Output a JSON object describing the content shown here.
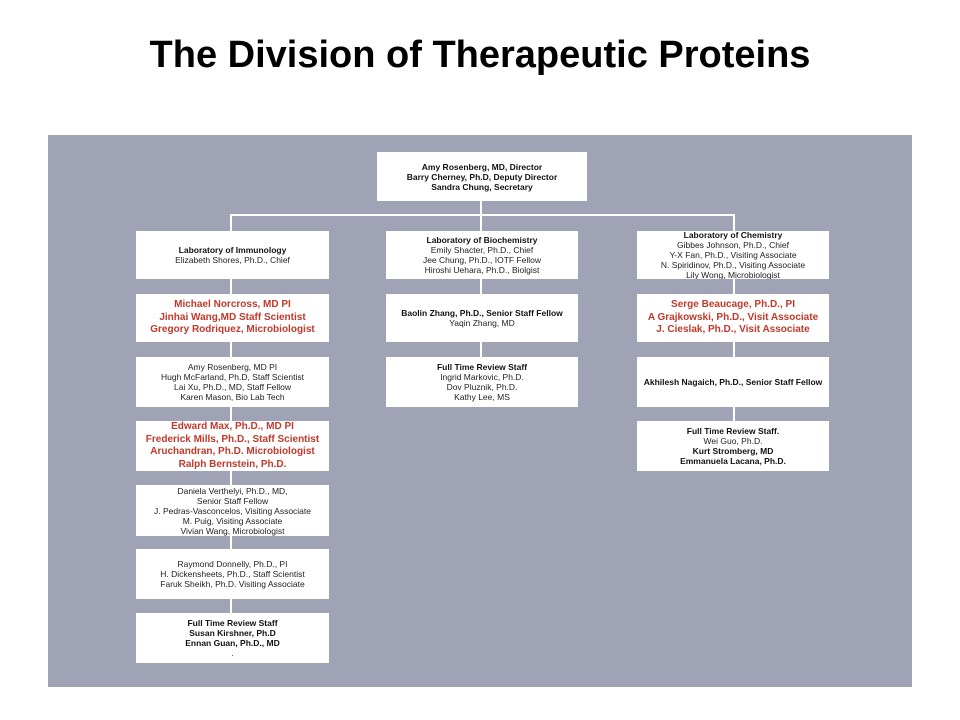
{
  "title": "The Division of Therapeutic Proteins",
  "director": [
    {
      "text": "Amy Rosenberg, MD, Director",
      "style": "b"
    },
    {
      "text": "Barry Cherney, Ph.D, Deputy Director",
      "style": "b"
    },
    {
      "text": "Sandra Chung, Secretary",
      "style": "b"
    }
  ],
  "columns": [
    {
      "boxes": [
        [
          {
            "text": "Laboratory of Immunology",
            "style": "b"
          },
          {
            "text": "Elizabeth Shores, Ph.D., Chief",
            "style": ""
          }
        ],
        [
          {
            "text": "Michael Norcross, MD PI",
            "style": "red"
          },
          {
            "text": "Jinhai Wang,MD Staff Scientist",
            "style": "red"
          },
          {
            "text": "Gregory Rodriquez, Microbiologist",
            "style": "red"
          }
        ],
        [
          {
            "text": "Amy Rosenberg, MD PI",
            "style": ""
          },
          {
            "text": "Hugh McFarland, Ph.D, Staff Scientist",
            "style": ""
          },
          {
            "text": "Lai Xu, Ph.D., MD, Staff Fellow",
            "style": ""
          },
          {
            "text": "Karen Mason, Bio Lab Tech",
            "style": ""
          }
        ],
        [
          {
            "text": "Edward Max, Ph.D., MD PI",
            "style": "red"
          },
          {
            "text": "Frederick Mills, Ph.D., Staff Scientist",
            "style": "red"
          },
          {
            "text": "Aruchandran, Ph.D. Microbiologist",
            "style": "red"
          },
          {
            "text": "Ralph Bernstein, Ph.D.",
            "style": "red"
          }
        ],
        [
          {
            "text": "Daniela Verthelyi, Ph.D., MD,",
            "style": ""
          },
          {
            "text": "Senior Staff Fellow",
            "style": ""
          },
          {
            "text": "J. Pedras-Vasconcelos, Visiting Associate",
            "style": ""
          },
          {
            "text": "M. Puig, Visiting Associate",
            "style": ""
          },
          {
            "text": "Vivian Wang, Microbiologist",
            "style": ""
          }
        ],
        [
          {
            "text": "Raymond Donnelly, Ph.D., PI",
            "style": ""
          },
          {
            "text": "H. Dickensheets, Ph.D., Staff Scientist",
            "style": ""
          },
          {
            "text": "Faruk Sheikh, Ph.D. Visiting Associate",
            "style": ""
          }
        ],
        [
          {
            "text": "Full Time Review Staff",
            "style": "b"
          },
          {
            "text": "Susan Kirshner, Ph.D",
            "style": "b"
          },
          {
            "text": "Ennan Guan, Ph.D., MD",
            "style": "b"
          },
          {
            "text": ".",
            "style": ""
          }
        ]
      ]
    },
    {
      "boxes": [
        [
          {
            "text": "Laboratory of Biochemistry",
            "style": "b"
          },
          {
            "text": "Emily Shacter, Ph.D., Chief",
            "style": ""
          },
          {
            "text": "Jee Chung, Ph.D., IOTF Fellow",
            "style": ""
          },
          {
            "text": "Hiroshi Uehara, Ph.D., Biolgist",
            "style": ""
          }
        ],
        [
          {
            "text": "Baolin Zhang, Ph.D., Senior Staff Fellow",
            "style": "b"
          },
          {
            "text": "Yaqin Zhang, MD",
            "style": ""
          }
        ],
        [
          {
            "text": "Full Time Review Staff",
            "style": "b"
          },
          {
            "text": "Ingrid Markovic, Ph.D.",
            "style": ""
          },
          {
            "text": "Dov Pluznik, Ph.D.",
            "style": ""
          },
          {
            "text": "Kathy Lee, MS",
            "style": ""
          }
        ]
      ]
    },
    {
      "boxes": [
        [
          {
            "text": "Laboratory of Chemistry",
            "style": "b"
          },
          {
            "text": "Gibbes Johnson, Ph.D., Chief",
            "style": ""
          },
          {
            "text": "Y-X Fan, Ph.D., Visiting Associate",
            "style": ""
          },
          {
            "text": "N. Spiridinov, Ph.D., Visiting Associate",
            "style": ""
          },
          {
            "text": "Lily Wong, Microbiologist",
            "style": ""
          }
        ],
        [
          {
            "text": "Serge Beaucage, Ph.D., PI",
            "style": "red"
          },
          {
            "text": "A Grajkowski, Ph.D., Visit Associate",
            "style": "red"
          },
          {
            "text": "J. Cieslak, Ph.D., Visit Associate",
            "style": "red"
          }
        ],
        [
          {
            "text": "Akhilesh Nagaich, Ph.D., Senior Staff Fellow",
            "style": "b"
          }
        ],
        [
          {
            "text": "Full Time Review Staff.",
            "style": "b"
          },
          {
            "text": "Wei Guo, Ph.D.",
            "style": ""
          },
          {
            "text": "Kurt Stromberg, MD",
            "style": "b"
          },
          {
            "text": "Emmanuela Lacana, Ph.D.",
            "style": "b"
          }
        ]
      ]
    }
  ]
}
